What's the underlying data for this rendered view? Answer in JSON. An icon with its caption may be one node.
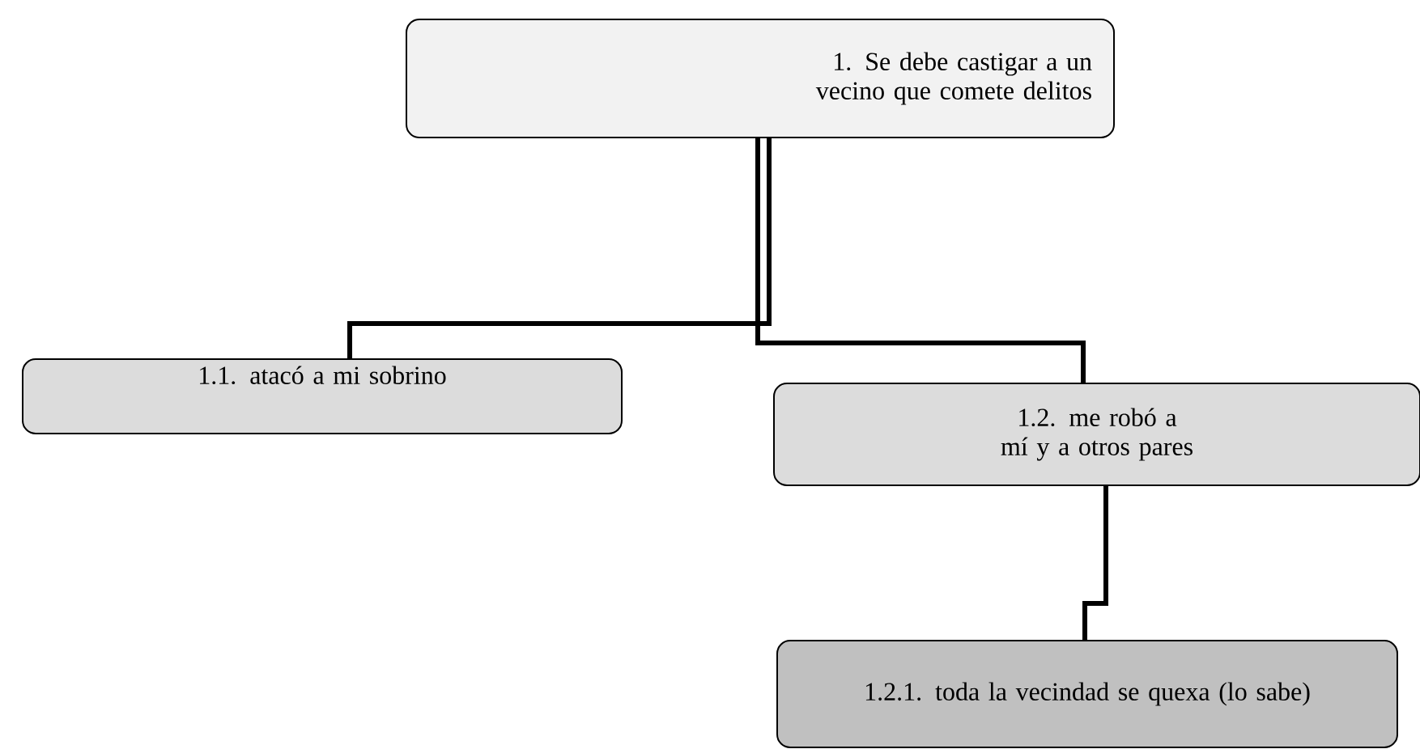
{
  "diagram": {
    "nodes": [
      {
        "text": [
          "1. Se debe castigar a un vecino que comete delitos"
        ]
      },
      {
        "text": [
          "1.1. atacó a mi sobrino"
        ]
      },
      {
        "text": [
          "1.2. me robó a mí y a otros pares"
        ]
      },
      {
        "text": [
          "1.2.1. toda la vecindad se quexa (lo sabe)"
        ]
      }
    ],
    "edges": [
      {
        "from": 0,
        "to": 1,
        "arrow": "none"
      },
      {
        "from": 0,
        "to": 2,
        "arrow": "none"
      },
      {
        "from": 2,
        "to": 3,
        "arrow": "none"
      }
    ]
  }
}
